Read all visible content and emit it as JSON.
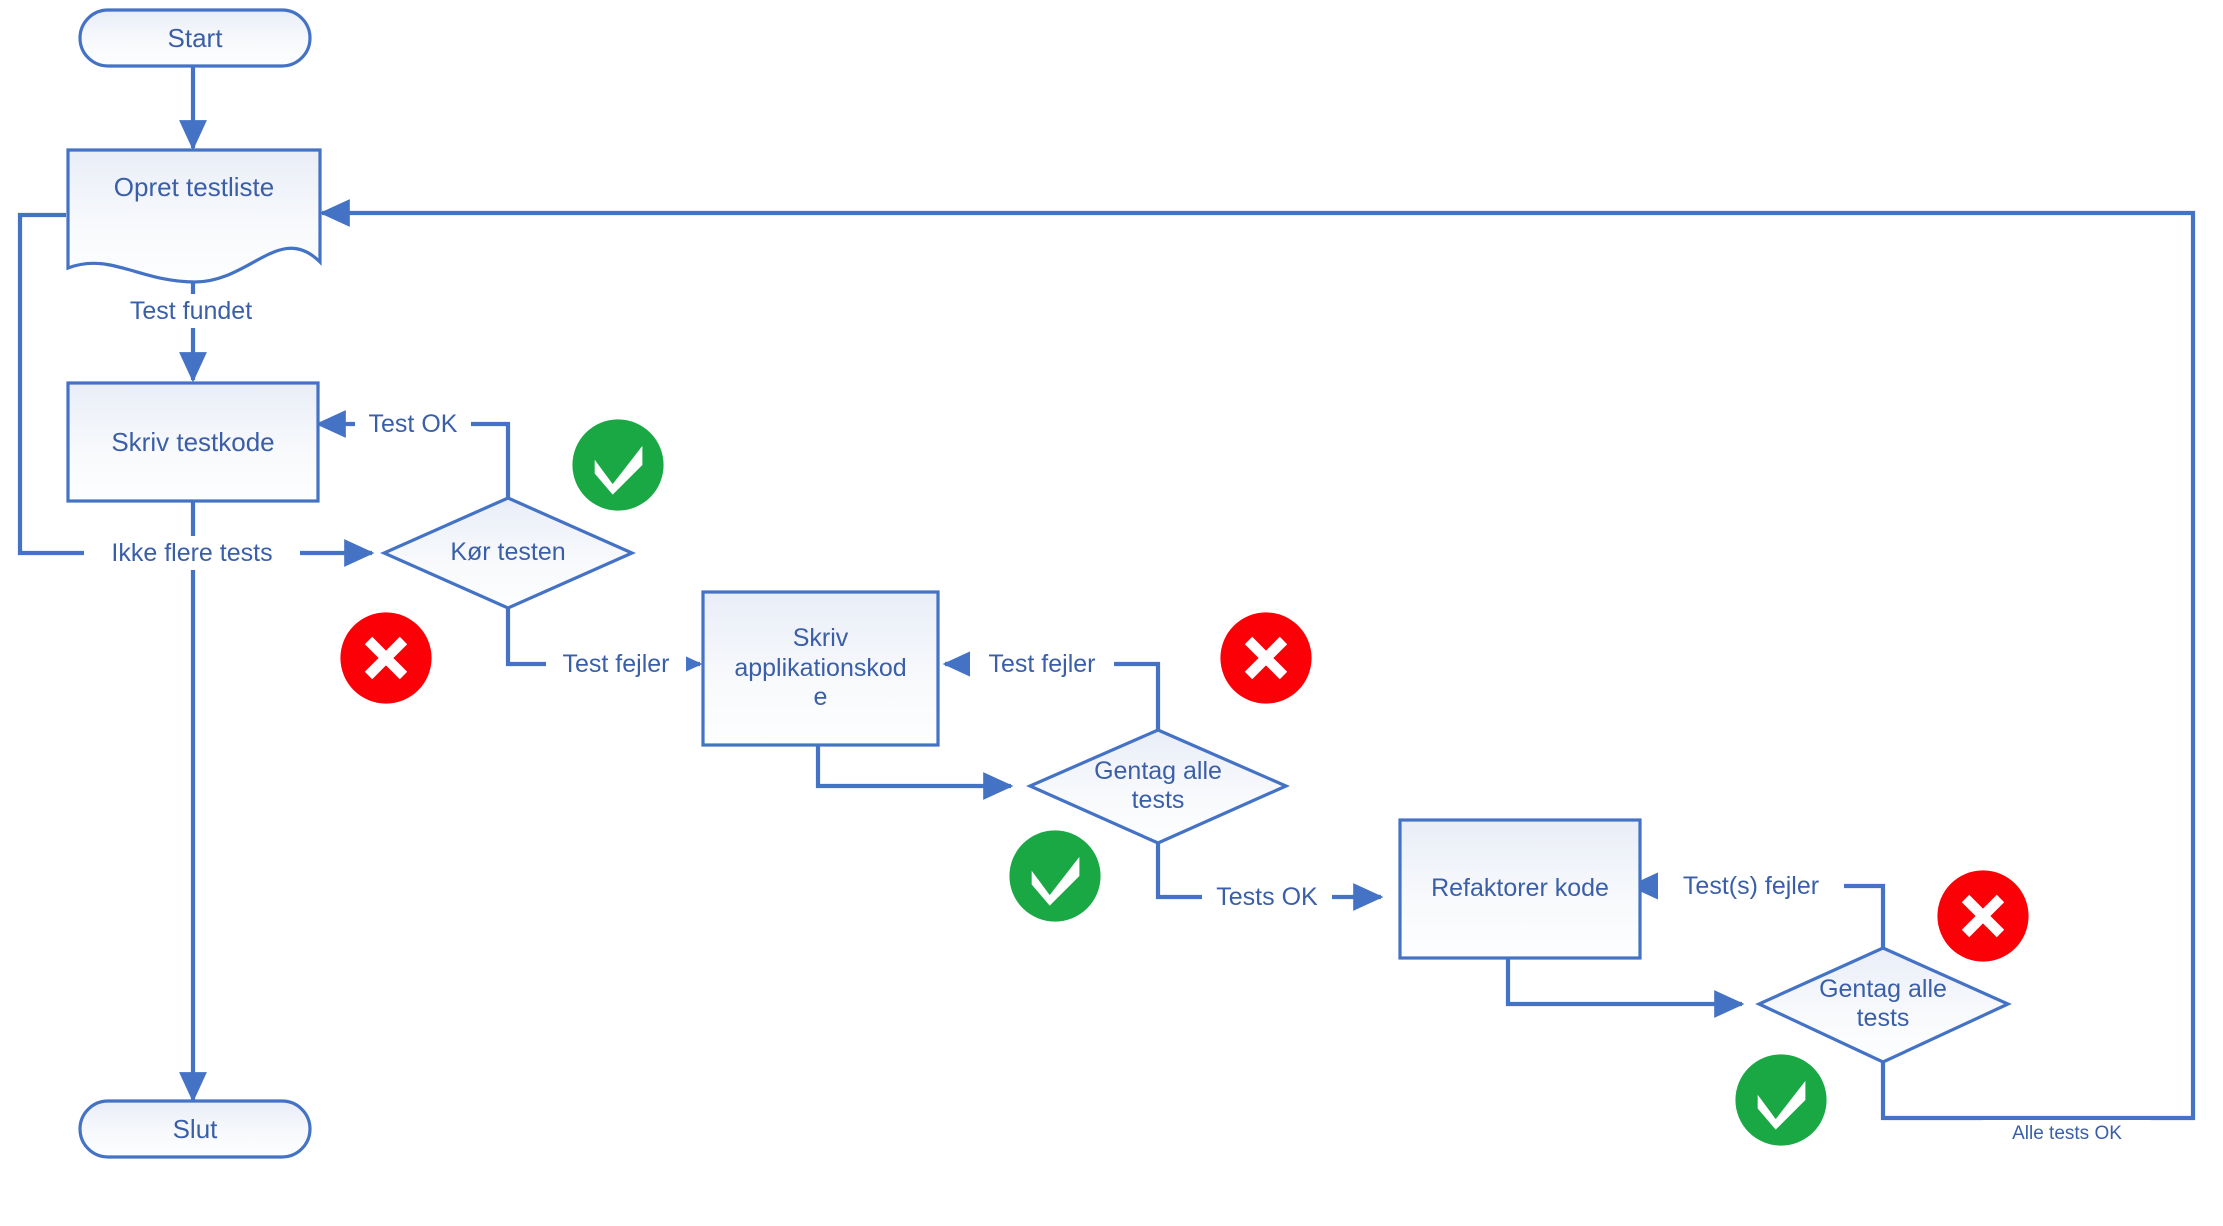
{
  "diagram": {
    "title": "TDD flowchart (Danish)",
    "language": "da",
    "colors": {
      "shape_stroke": "#4472C4",
      "shape_fill_top": "#eef1f8",
      "shape_fill_bottom": "#fdfdfe",
      "connector": "#4472C4",
      "text": "#3a5fa8",
      "status_ok": "#1aa845",
      "status_fail": "#fb0007",
      "badge_glyph": "#ffffff",
      "background": "#ffffff"
    },
    "nodes": [
      {
        "id": "start",
        "shape": "terminator",
        "label": "Start"
      },
      {
        "id": "opret",
        "shape": "document",
        "label": "Opret testliste"
      },
      {
        "id": "skriv_test",
        "shape": "process",
        "label": "Skriv testkode"
      },
      {
        "id": "koer_test",
        "shape": "decision",
        "label": "Kør testen"
      },
      {
        "id": "skriv_app",
        "shape": "process",
        "label": "Skriv applikationskode",
        "lines": [
          "Skriv",
          "applikationskod",
          "e"
        ]
      },
      {
        "id": "gentag_1",
        "shape": "decision",
        "label": "Gentag alle tests",
        "lines": [
          "Gentag alle",
          "tests"
        ]
      },
      {
        "id": "refaktorer",
        "shape": "process",
        "label": "Refaktorer kode"
      },
      {
        "id": "gentag_2",
        "shape": "decision",
        "label": "Gentag alle tests",
        "lines": [
          "Gentag alle",
          "tests"
        ]
      },
      {
        "id": "slut",
        "shape": "terminator",
        "label": "Slut"
      }
    ],
    "edges": [
      {
        "id": "e1",
        "from": "start",
        "to": "opret",
        "label": ""
      },
      {
        "id": "e2",
        "from": "opret",
        "to": "skriv_test",
        "label": "Test fundet"
      },
      {
        "id": "e3",
        "from": "opret",
        "to": "koer_test",
        "label": "Ikke flere tests"
      },
      {
        "id": "e4",
        "from": "skriv_test",
        "to": "koer_test",
        "label": ""
      },
      {
        "id": "e5",
        "from": "koer_test",
        "to": "skriv_test",
        "label": "Test OK"
      },
      {
        "id": "e6",
        "from": "koer_test",
        "to": "skriv_app",
        "label": "Test fejler"
      },
      {
        "id": "e7",
        "from": "skriv_app",
        "to": "gentag_1",
        "label": ""
      },
      {
        "id": "e8",
        "from": "gentag_1",
        "to": "skriv_app",
        "label": "Test fejler"
      },
      {
        "id": "e9",
        "from": "gentag_1",
        "to": "refaktorer",
        "label": "Tests OK"
      },
      {
        "id": "e10",
        "from": "refaktorer",
        "to": "gentag_2",
        "label": ""
      },
      {
        "id": "e11",
        "from": "gentag_2",
        "to": "refaktorer",
        "label": "Test(s) fejler"
      },
      {
        "id": "e12",
        "from": "gentag_2",
        "to": "opret",
        "label": "Alle tests OK"
      },
      {
        "id": "e13",
        "from": "skriv_test",
        "to": "slut",
        "label": ""
      }
    ],
    "labels": {
      "start": "Start",
      "opret_testliste": "Opret testliste",
      "skriv_testkode": "Skriv testkode",
      "koer_testen": "Kør testen",
      "skriv_app_l1": "Skriv",
      "skriv_app_l2": "applikationskod",
      "skriv_app_l3": "e",
      "gentag_1_l1": "Gentag alle",
      "gentag_1_l2": "tests",
      "refaktorer_kode": "Refaktorer kode",
      "gentag_2_l1": "Gentag alle",
      "gentag_2_l2": "tests",
      "slut": "Slut",
      "test_fundet": "Test fundet",
      "ikke_flere_tests": "Ikke flere tests",
      "test_ok": "Test OK",
      "test_fejler_1": "Test fejler",
      "test_fejler_2": "Test fejler",
      "tests_ok": "Tests OK",
      "tests_fejler": "Test(s) fejler",
      "alle_tests_ok": "Alle tests OK"
    },
    "status_badges": [
      {
        "id": "badge_ok_1",
        "type": "check",
        "near_edge": "Test OK"
      },
      {
        "id": "badge_fail_1",
        "type": "cross",
        "near_edge": "Test fejler"
      },
      {
        "id": "badge_fail_2",
        "type": "cross",
        "near_edge": "Test fejler"
      },
      {
        "id": "badge_ok_2",
        "type": "check",
        "near_edge": "Tests OK"
      },
      {
        "id": "badge_fail_3",
        "type": "cross",
        "near_edge": "Test(s) fejler"
      },
      {
        "id": "badge_ok_3",
        "type": "check",
        "near_edge": "Alle tests OK"
      }
    ]
  }
}
